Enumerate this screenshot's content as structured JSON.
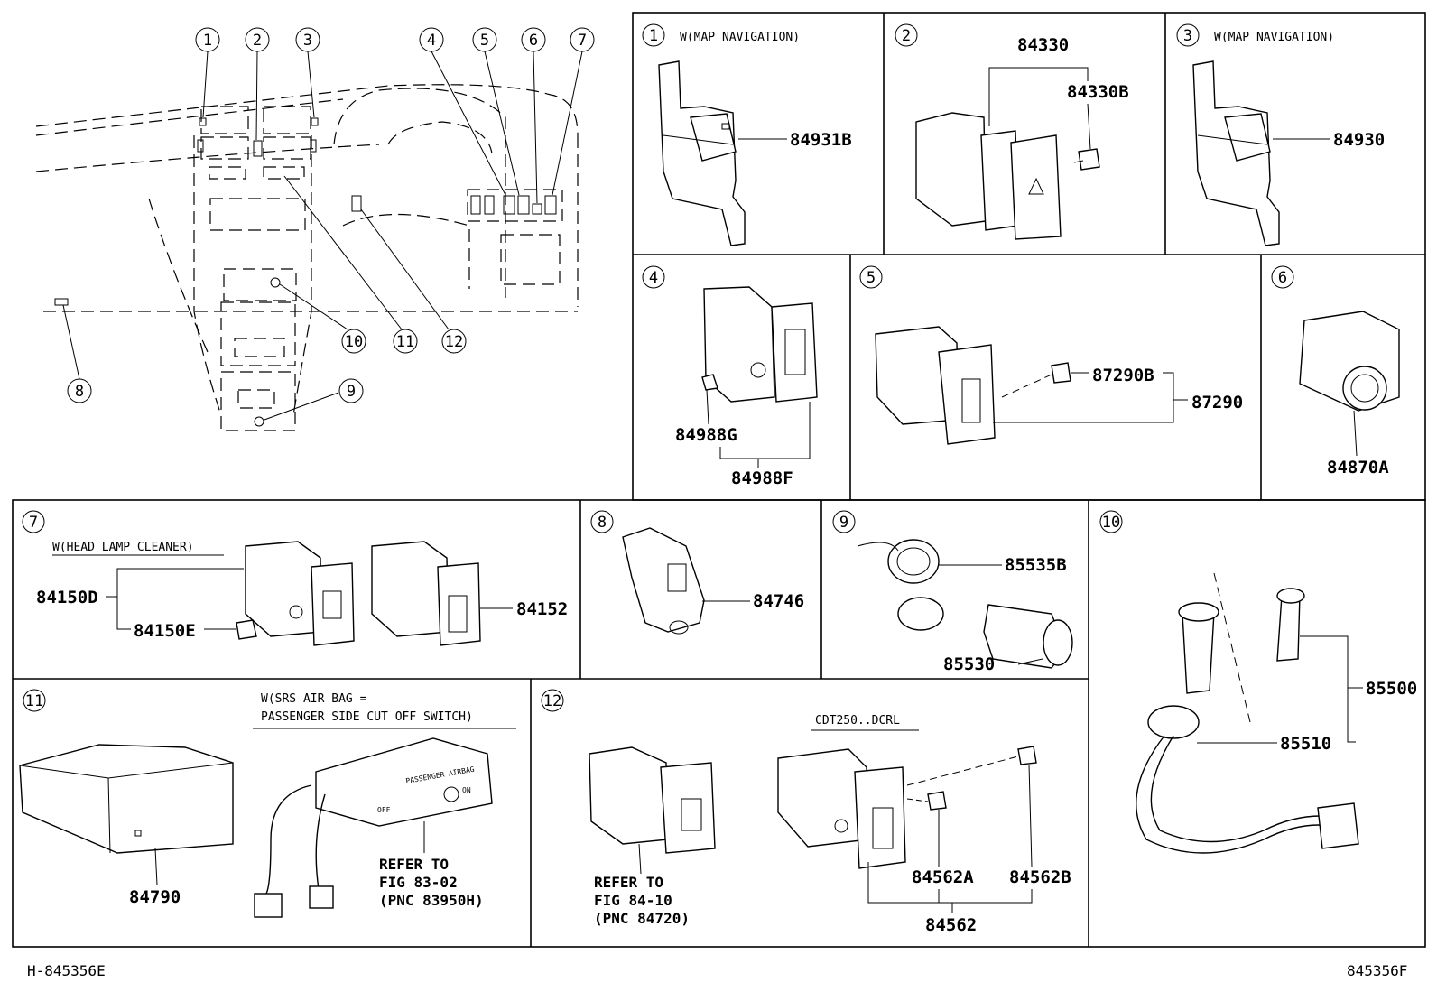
{
  "overview": {
    "callouts": [
      "1",
      "2",
      "3",
      "4",
      "5",
      "6",
      "7",
      "8",
      "9",
      "10",
      "11",
      "12"
    ]
  },
  "panels": {
    "p1": {
      "num": "1",
      "note": "W(MAP NAVIGATION)",
      "part": "84931B"
    },
    "p2": {
      "num": "2",
      "part_assy": "84330",
      "part_sub": "84330B"
    },
    "p3": {
      "num": "3",
      "note": "W(MAP NAVIGATION)",
      "part": "84930"
    },
    "p4": {
      "num": "4",
      "part_sub": "84988G",
      "part_assy": "84988F"
    },
    "p5": {
      "num": "5",
      "part_sub": "87290B",
      "part_assy": "87290"
    },
    "p6": {
      "num": "6",
      "part": "84870A"
    },
    "p7": {
      "num": "7",
      "note": "W(HEAD LAMP CLEANER)",
      "part_assy": "84150D",
      "part_sub": "84150E",
      "part_b": "84152"
    },
    "p8": {
      "num": "8",
      "part": "84746"
    },
    "p9": {
      "num": "9",
      "part_a": "85535B",
      "part_b": "85530"
    },
    "p10": {
      "num": "10",
      "part_assy": "85500",
      "part_sub": "85510"
    },
    "p11": {
      "num": "11",
      "note_line1": "W(SRS AIR BAG =",
      "note_line2": "PASSENGER SIDE CUT OFF SWITCH)",
      "part": "84790",
      "ref_line1": "REFER TO",
      "ref_line2": "FIG 83-02",
      "ref_line3": "(PNC 83950H)",
      "label_title": "PASSENGER  AIRBAG",
      "label_off": "OFF",
      "label_on": "ON"
    },
    "p12": {
      "num": "12",
      "note": "CDT250..DCRL",
      "part_a": "84562A",
      "part_b": "84562B",
      "part_assy": "84562",
      "ref_line1": "REFER TO",
      "ref_line2": "FIG 84-10",
      "ref_line3": "(PNC 84720)"
    }
  },
  "footer": {
    "left": "H-845356E",
    "right": "845356F"
  },
  "colors": {
    "line": "#000000",
    "background": "#ffffff"
  }
}
